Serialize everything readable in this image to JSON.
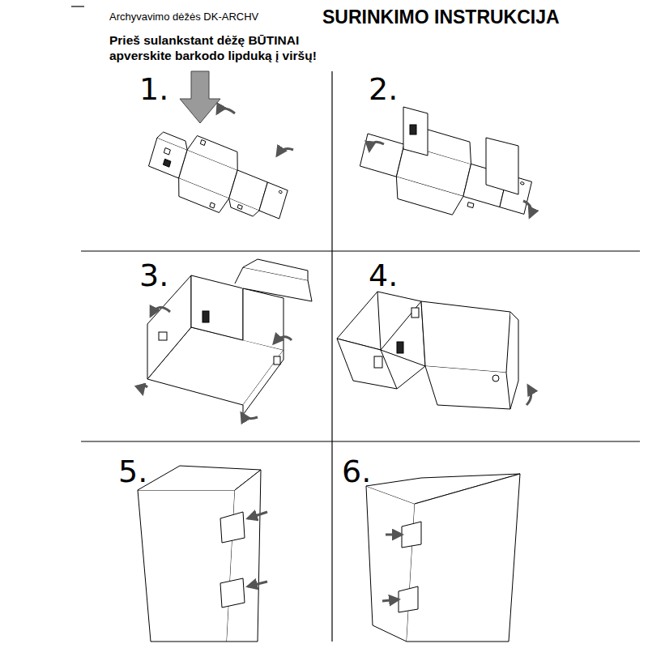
{
  "diagram": {
    "title": "SURINKIMO INSTRUKCIJA",
    "labels": [
      "Archyvavimo dėžės DK-ARCHV",
      "Prieš sulankstant dėžę BŪTINAI apverskite barkodo lipduką į viršų!",
      "1.",
      "2.",
      "3.",
      "4.",
      "5.",
      "6."
    ]
  }
}
